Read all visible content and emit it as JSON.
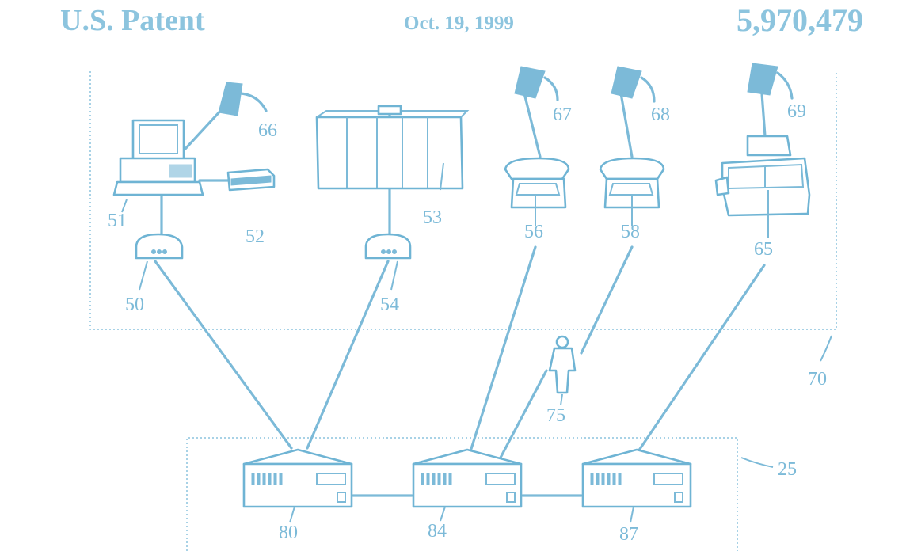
{
  "header": {
    "title": "U.S. Patent",
    "date": "Oct. 19, 1999",
    "patent_number": "5,970,479"
  },
  "labels": {
    "n50": "50",
    "n51": "51",
    "n52": "52",
    "n53": "53",
    "n54": "54",
    "n56": "56",
    "n58": "58",
    "n65": "65",
    "n66": "66",
    "n67": "67",
    "n68": "68",
    "n69": "69",
    "n70": "70",
    "n75": "75",
    "n25": "25",
    "n80": "80",
    "n84": "84",
    "n87": "87"
  },
  "colors": {
    "ink": "#7cbad8",
    "header": "#8cc4de"
  }
}
